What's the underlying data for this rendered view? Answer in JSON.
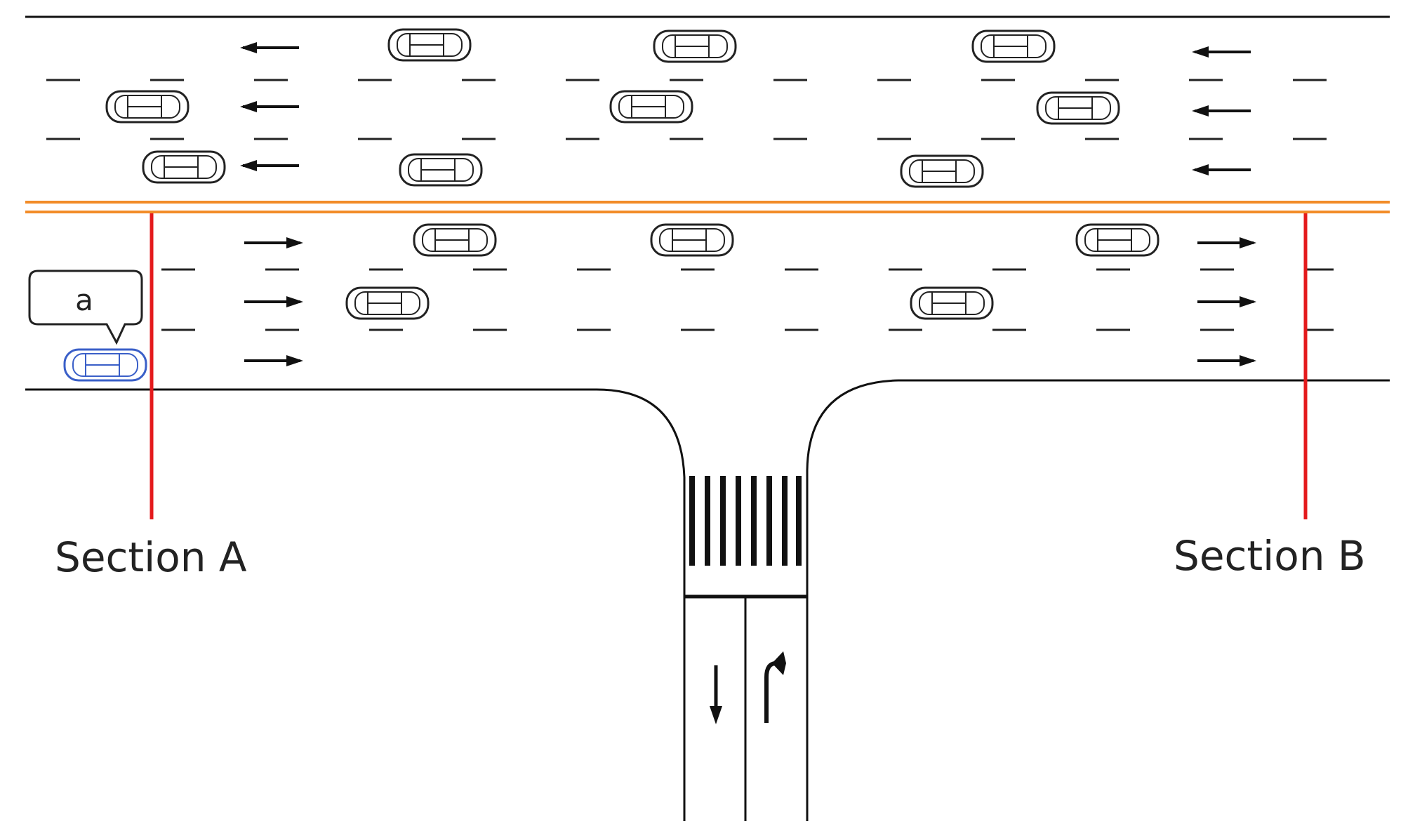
{
  "colors": {
    "median": "#f28c28",
    "section_line": "#e41a1c",
    "highlight_car": "#3a5fc8"
  },
  "callout": {
    "label": "a"
  },
  "sections": [
    {
      "label": "Section A"
    },
    {
      "label": "Section B"
    }
  ],
  "icons": {
    "car": "car-icon",
    "arrow_left": "arrow-left-icon",
    "arrow_right": "arrow-right-icon",
    "arrow_down": "arrow-down-icon",
    "arrow_turn_right": "turn-right-arrow-icon",
    "crosswalk": "crosswalk-icon"
  }
}
